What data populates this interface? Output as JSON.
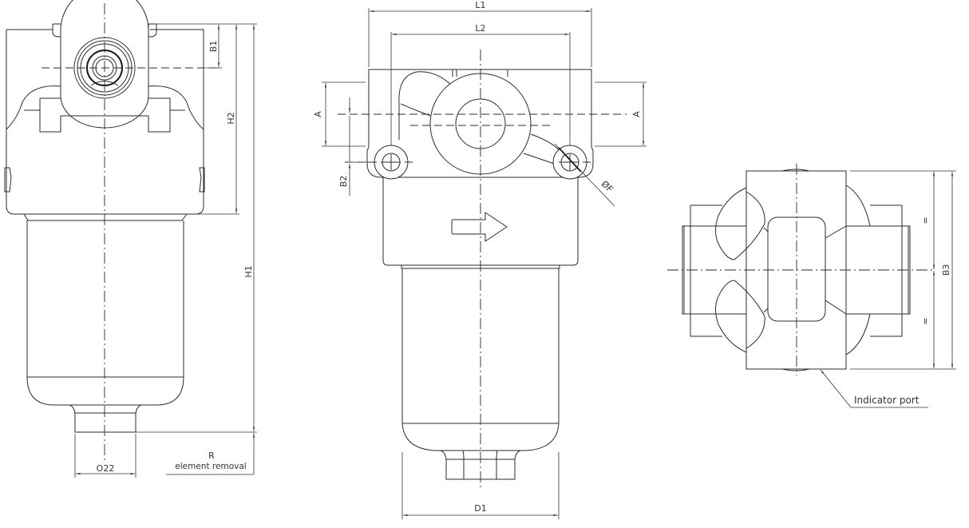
{
  "drawing": {
    "title": "Filter dimensional drawing",
    "views": [
      {
        "name": "side-view"
      },
      {
        "name": "front-view"
      },
      {
        "name": "top-view"
      }
    ],
    "colors": {
      "line": "#2b2b2b",
      "background": "#ffffff"
    }
  },
  "side_view": {
    "dims": {
      "b1": "B1",
      "h2": "H2",
      "h1": "H1",
      "diameter": "O22",
      "r": "R",
      "r_note": "element removal"
    }
  },
  "front_view": {
    "dims": {
      "l1": "L1",
      "l2": "L2",
      "a_left": "A",
      "a_right": "A",
      "b2": "B2",
      "phi_f": "ØF",
      "d1": "D1"
    },
    "flow_arrow": "flow-direction-arrow"
  },
  "top_view": {
    "dims": {
      "b3": "B3",
      "eq_top": "=",
      "eq_bottom": "="
    },
    "callout": "Indicator port"
  }
}
